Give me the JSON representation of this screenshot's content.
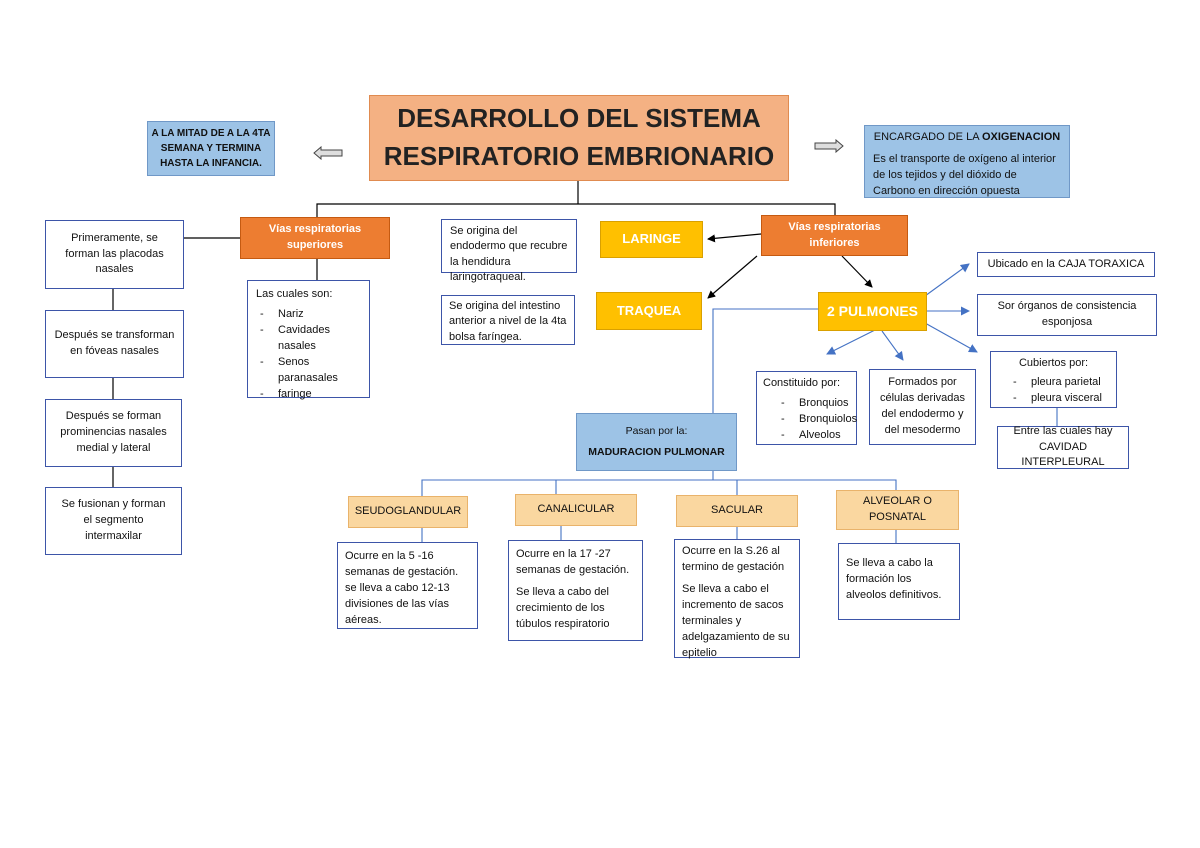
{
  "title_line1": "DESARROLLO DEL SISTEMA",
  "title_line2": "RESPIRATORIO EMBRIONARIO",
  "left_top": {
    "line1": "A LA MITAD DE A LA 4TA",
    "line2": "SEMANA Y TERMINA",
    "line3": "HASTA LA INFANCIA."
  },
  "right_top": {
    "heading_prefix": "ENCARGADO DE LA ",
    "heading_bold": "OXIGENACION",
    "text": "Es el transporte de oxígeno al interior de los tejidos y del dióxido de Carbono en dirección opuesta"
  },
  "superiores": {
    "label": "Vías respiratorias superiores",
    "list_title": "Las cuales son:",
    "items": [
      "Nariz",
      "Cavidades nasales",
      "Senos paranasales",
      "faringe"
    ]
  },
  "nasal_steps": [
    "Primeramente, se forman las placodas nasales",
    "Después se transforman en fóveas nasales",
    "Después se forman prominencias nasales medial y lateral",
    "Se fusionan y forman el segmento intermaxilar"
  ],
  "laringe": {
    "label": "LARINGE",
    "desc": "Se origina del endodermo que recubre la hendidura laringotraqueal."
  },
  "traquea": {
    "label": "TRAQUEA",
    "desc": "Se origina del intestino anterior a nivel de la 4ta bolsa faríngea."
  },
  "inferiores": {
    "label": "Vías respiratorias inferiores"
  },
  "pulmones": {
    "label": "2 PULMONES",
    "ubicado": "Ubicado en la CAJA TORAXICA",
    "organos": "Sor órganos de consistencia esponjosa",
    "cubiertos_title": "Cubiertos por:",
    "cubiertos_items": [
      "pleura parietal",
      "pleura visceral"
    ],
    "cavidad": "Entre las cuales hay CAVIDAD INTERPLEURAL",
    "constituido_title": "Constituido por:",
    "constituido_items": [
      "Bronquios",
      "Bronquiolos",
      "Alveolos"
    ],
    "formados": "Formados por células derivadas del endodermo y del mesodermo"
  },
  "maduracion": {
    "line1": "Pasan por la:",
    "line2": "MADURACION PULMONAR"
  },
  "stages": [
    {
      "name": "SEUDOGLANDULAR",
      "p1": "Ocurre en la 5 -16 semanas de gestación.",
      "p2": "se lleva a cabo 12-13 divisiones de las vías aéreas."
    },
    {
      "name": "CANALICULAR",
      "p1": "Ocurre en la 17 -27 semanas de gestación.",
      "p2": "Se lleva a cabo del crecimiento de los túbulos respiratorio"
    },
    {
      "name": "SACULAR",
      "p1": "Ocurre en la S.26 al termino de gestación",
      "p2": "Se lleva a cabo el incremento de sacos terminales y adelgazamiento de su epitelio"
    },
    {
      "name": "ALVEOLAR O POSNATAL",
      "p1": "Se lleva a cabo la formación los alveolos definitivos.",
      "p2": ""
    }
  ],
  "colors": {
    "orange": "#ed7d31",
    "gold": "#ffc000",
    "blue": "#9dc3e6",
    "salmon": "#f4b183",
    "peach": "#fad7a0",
    "frame": "#3d55a8"
  }
}
